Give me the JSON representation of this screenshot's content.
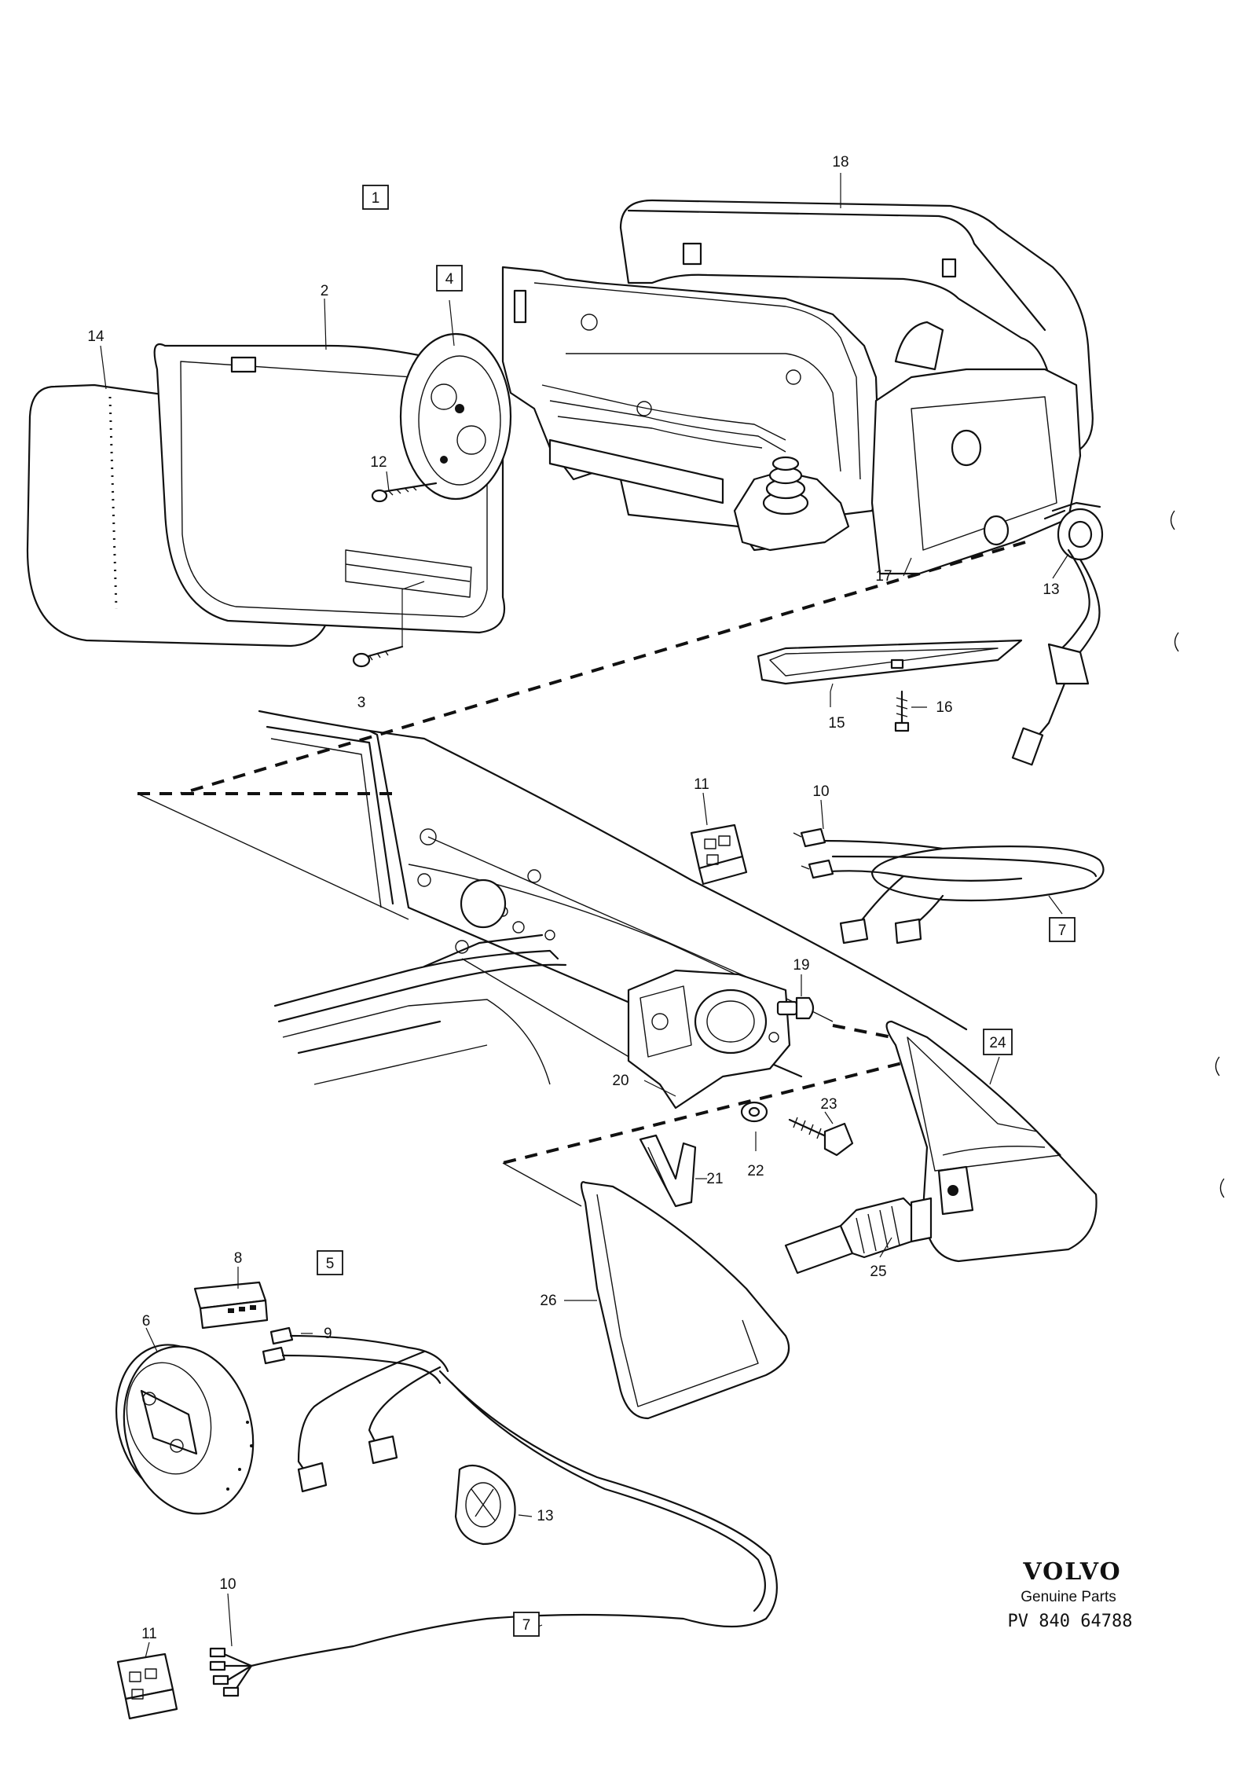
{
  "callouts": {
    "c1": "1",
    "c2": "2",
    "c3": "3",
    "c4": "4",
    "c5": "5",
    "c6": "6",
    "c7a": "7",
    "c7b": "7",
    "c8": "8",
    "c9": "9",
    "c10a": "10",
    "c10b": "10",
    "c11a": "11",
    "c11b": "11",
    "c12": "12",
    "c13a": "13",
    "c13b": "13",
    "c14": "14",
    "c15": "15",
    "c16": "16",
    "c17": "17",
    "c18": "18",
    "c19": "19",
    "c20": "20",
    "c21": "21",
    "c22": "22",
    "c23": "23",
    "c24": "24",
    "c25": "25",
    "c26": "26"
  },
  "brand": {
    "logo": "VOLVO",
    "tagline": "Genuine Parts",
    "code": "PV 840 64788"
  }
}
